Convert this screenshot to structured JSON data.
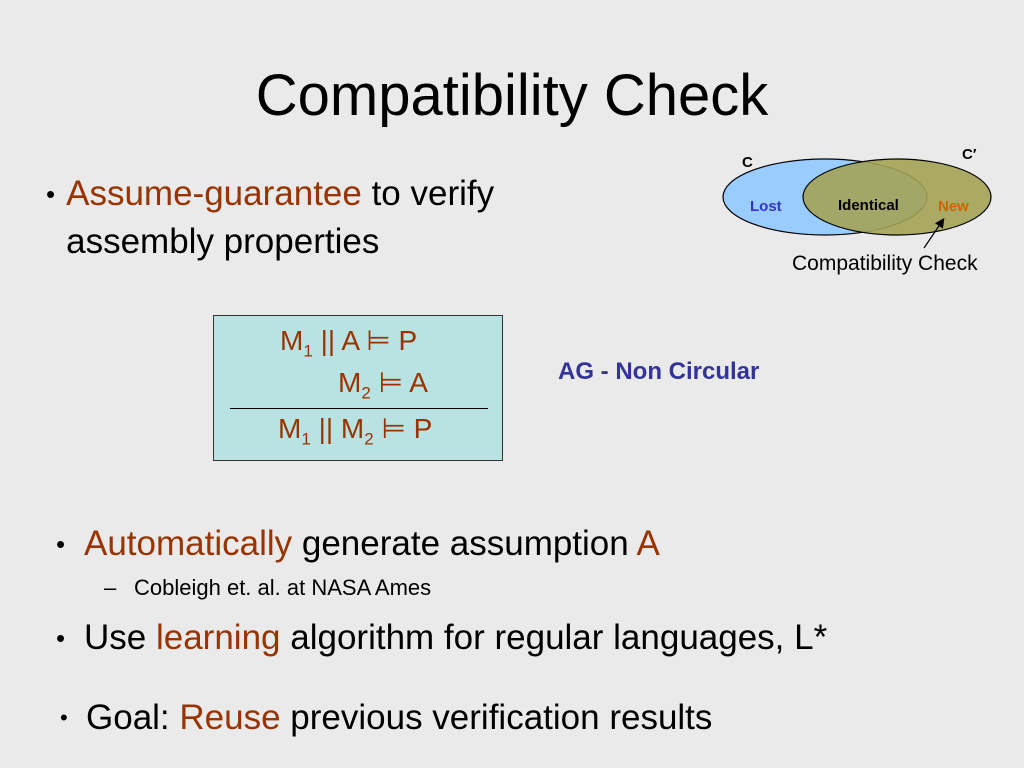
{
  "title": "Compatibility Check",
  "bullets": [
    {
      "accent": "Assume-guarantee",
      "rest": " to verify assembly properties"
    },
    {
      "accent": "Automatically",
      "middle": " generate assumption ",
      "accent2": "A"
    },
    {
      "prefix": "Use ",
      "accent": "learning",
      "rest": " algorithm for regular languages, L*"
    },
    {
      "prefix": "Goal: ",
      "accent": "Reuse",
      "rest": " previous verification results"
    }
  ],
  "sub_bullet": "Cobleigh et. al. at NASA Ames",
  "bullet_symbol": "•",
  "dash_symbol": "–",
  "rule": {
    "line1": "M₁ || A ⊨ P",
    "line2": "M₂ ⊨ A",
    "line3": "M₁ || M₂ ⊨ P"
  },
  "ag_label": "AG - Non Circular",
  "venn": {
    "label_c": "C",
    "label_c_prime": "C′",
    "lost": "Lost",
    "identical": "Identical",
    "new": "New",
    "caption": "Compatibility Check",
    "colors": {
      "left": "#99ccff",
      "right": "#a3a356",
      "lost": "#3333cc",
      "new": "#cc6600"
    }
  }
}
